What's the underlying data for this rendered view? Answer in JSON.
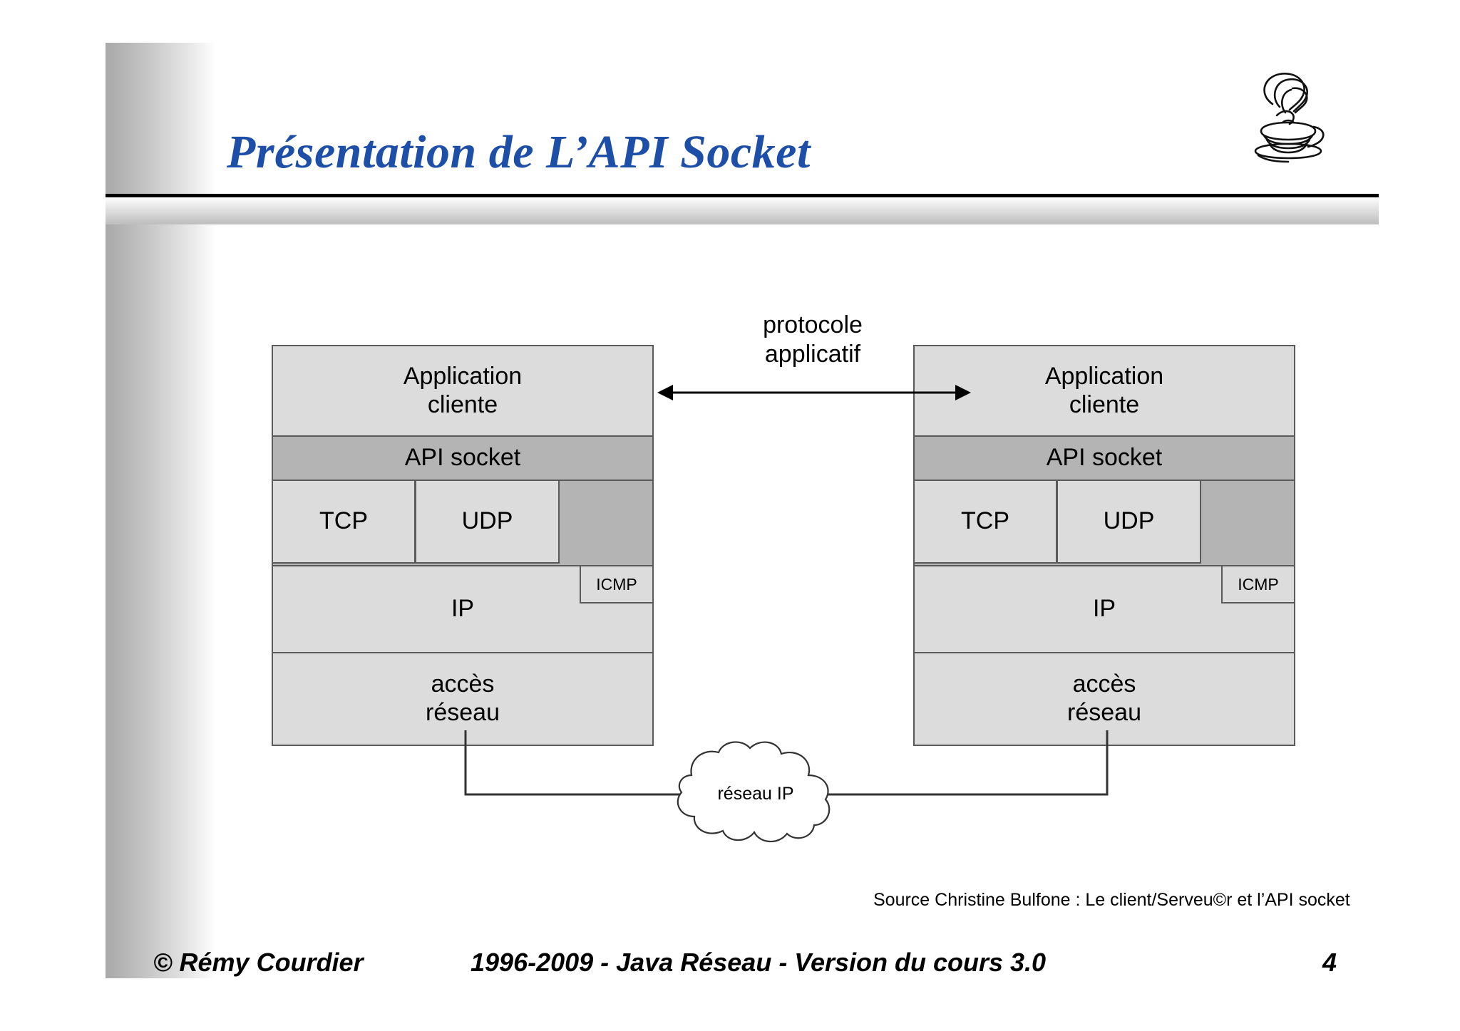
{
  "slide": {
    "title": "Présentation de L’API Socket",
    "logo_icon": "java-coffee-cup-logo"
  },
  "diagram": {
    "protocol_label_line1": "protocole",
    "protocol_label_line2": "applicatif",
    "arrow_icon": "double-headed-arrow",
    "cloud_icon": "network-cloud-icon",
    "cloud_label": "réseau IP",
    "left_stack": {
      "layers": [
        {
          "id": "application",
          "line1": "Application",
          "line2": "cliente"
        },
        {
          "id": "api-socket",
          "label": "API socket"
        },
        {
          "id": "transport",
          "tcp": "TCP",
          "udp": "UDP"
        },
        {
          "id": "ip",
          "label": "IP",
          "icmp": "ICMP"
        },
        {
          "id": "network-access",
          "line1": "accès",
          "line2": "réseau"
        }
      ]
    },
    "right_stack": {
      "layers": [
        {
          "id": "application",
          "line1": "Application",
          "line2": "cliente"
        },
        {
          "id": "api-socket",
          "label": "API socket"
        },
        {
          "id": "transport",
          "tcp": "TCP",
          "udp": "UDP"
        },
        {
          "id": "ip",
          "label": "IP",
          "icmp": "ICMP"
        },
        {
          "id": "network-access",
          "line1": "accès",
          "line2": "réseau"
        }
      ]
    }
  },
  "source_credit": "Source  Christine Bulfone : Le client/Serveu©r et l’API socket",
  "footer": {
    "copyright": "© Rémy Courdier",
    "center": "1996-2009 - Java Réseau - Version du cours 3.0",
    "page_number": "4"
  },
  "colors": {
    "title_blue": "#1d4ea8",
    "layer_light": "#dcdcdc",
    "layer_dark": "#b4b4b4",
    "border": "#5a5a5a"
  }
}
